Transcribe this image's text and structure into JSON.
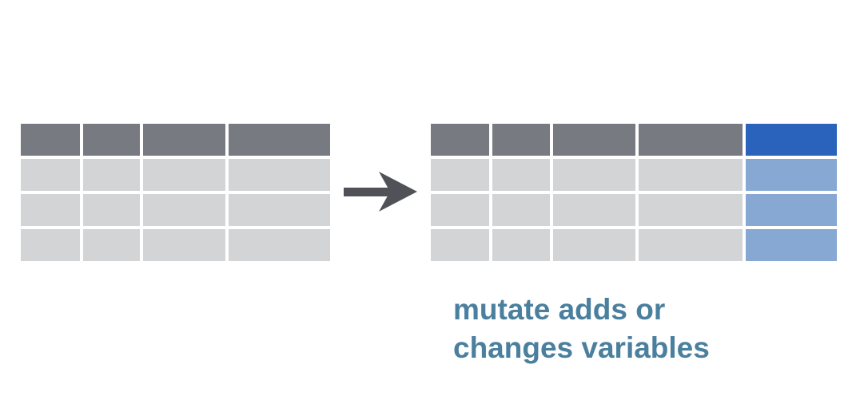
{
  "diagram": {
    "input_table": {
      "columns": 4,
      "rows": 3
    },
    "output_table": {
      "columns": 5,
      "rows": 3,
      "new_column_index": 4
    },
    "colors": {
      "header": "#787a82",
      "body": "#d3d4d6",
      "new_header": "#2a63bb",
      "new_body": "#87a8d3",
      "arrow": "#505257",
      "caption": "#4a7f9e"
    },
    "arrow_icon": "arrow-right-icon",
    "caption": {
      "line1": "mutate adds or",
      "line2": "changes variables"
    }
  }
}
